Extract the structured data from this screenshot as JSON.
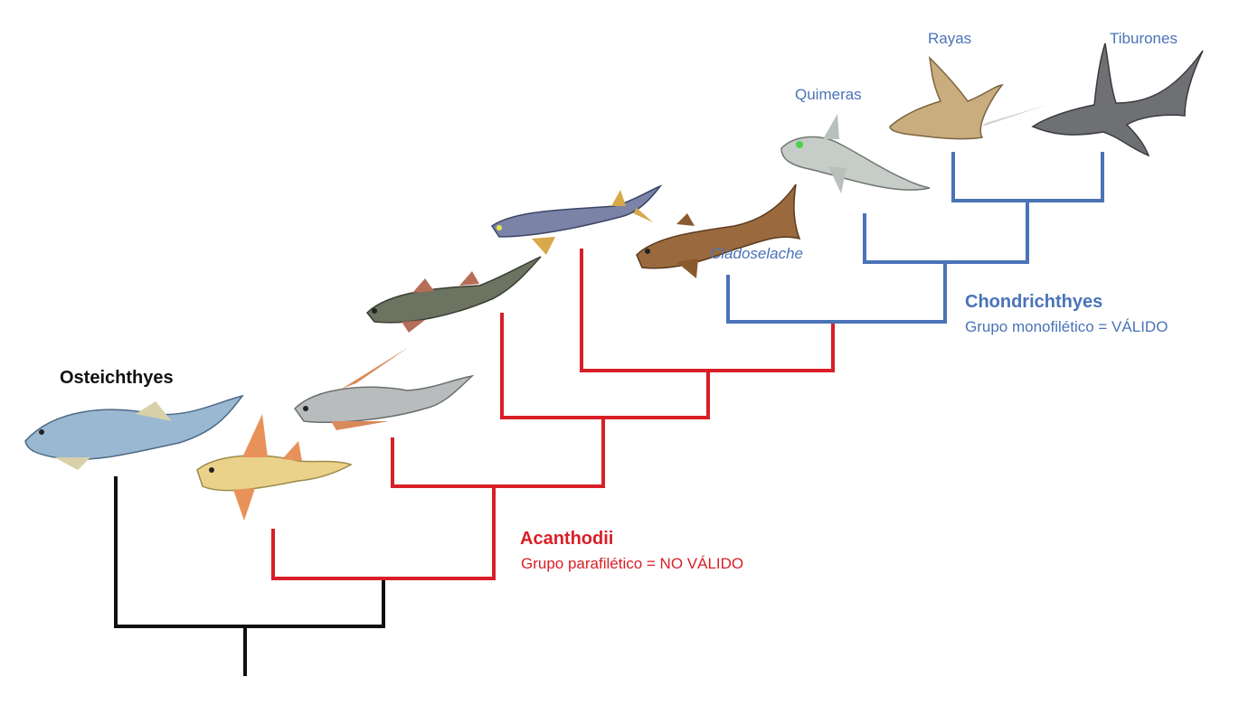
{
  "colors": {
    "acanthodii": "#d81f26",
    "chondrichthyes": "#4a73b8",
    "outgroup": "#111111"
  },
  "labels": {
    "osteichthyes": "Osteichthyes",
    "acanthodii": "Acanthodii",
    "acanthodii_note": "Grupo parafilético = NO VÁLIDO",
    "chondrichthyes": "Chondrichthyes",
    "chondrichthyes_note": "Grupo monofilético = VÁLIDO",
    "cladoselache": "Cladoselache",
    "quimeras": "Quimeras",
    "rayas": "Rayas",
    "tiburones": "Tiburones"
  },
  "illustrations": [
    "osteichthyes-fish",
    "yellow-acanthodian",
    "grey-spined-acanthodian",
    "dark-acanthodian",
    "blue-acanthodian",
    "cladoselache-shark",
    "chimaera",
    "ray",
    "hammerhead-shark"
  ]
}
